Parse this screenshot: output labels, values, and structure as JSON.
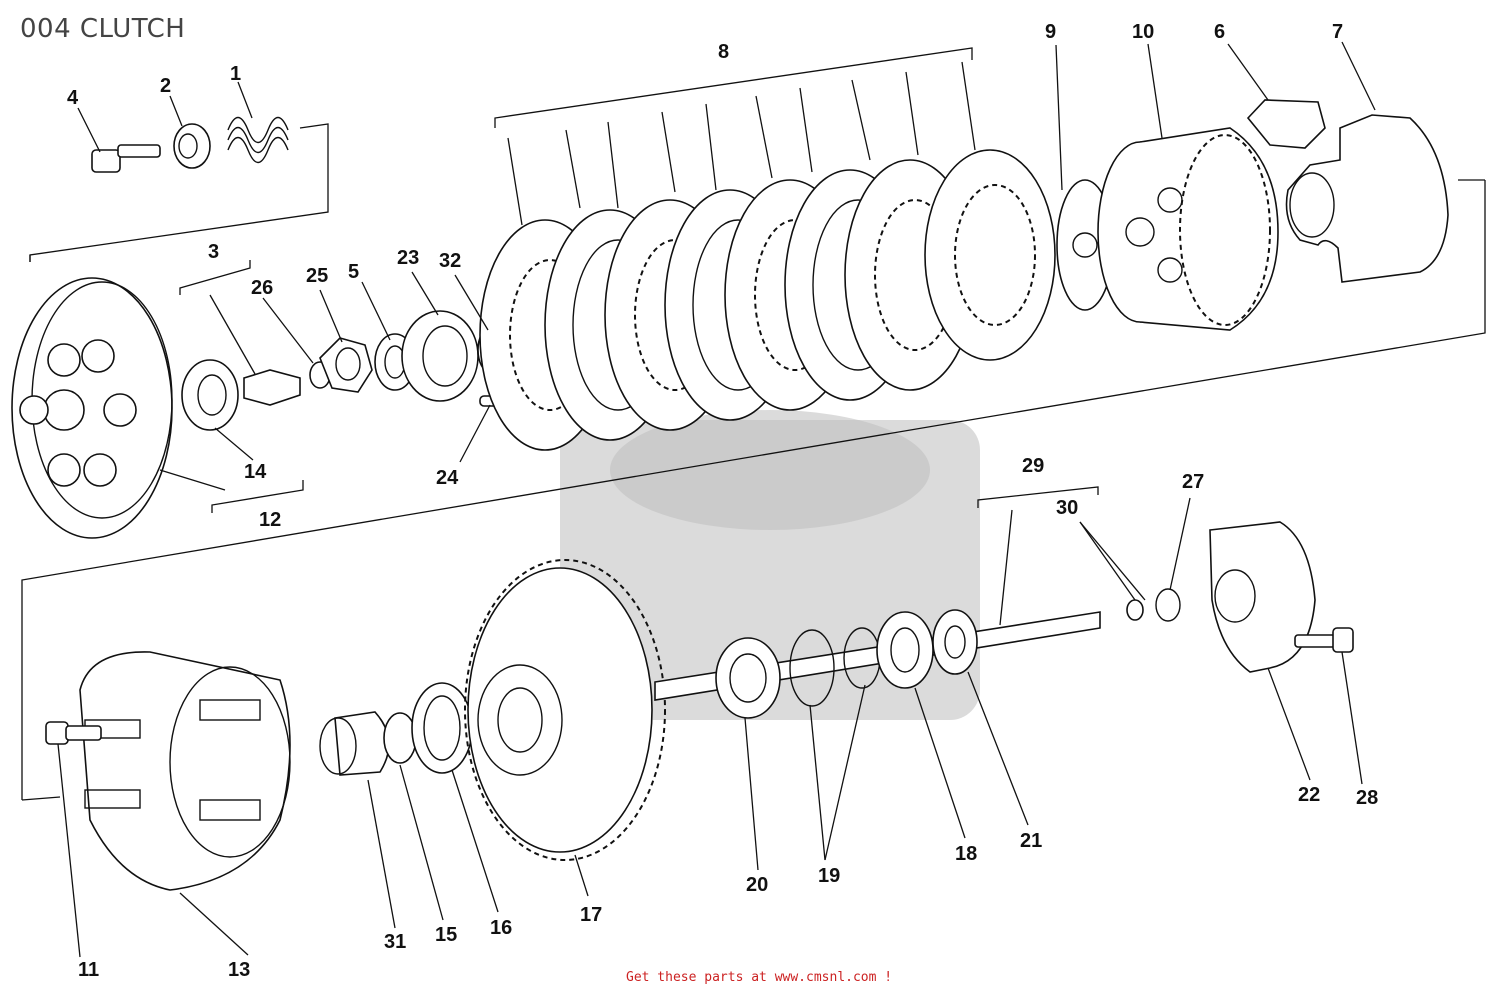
{
  "header": {
    "title": "004 CLUTCH"
  },
  "footer": {
    "text": "Get these parts at www.cmsnl.com !"
  },
  "callouts": {
    "c1": "1",
    "c2": "2",
    "c3": "3",
    "c4": "4",
    "c5": "5",
    "c6": "6",
    "c7": "7",
    "c8": "8",
    "c9": "9",
    "c10": "10",
    "c11": "11",
    "c12": "12",
    "c13": "13",
    "c14": "14",
    "c15": "15",
    "c16": "16",
    "c17": "17",
    "c18": "18",
    "c19": "19",
    "c20": "20",
    "c21": "21",
    "c22": "22",
    "c23": "23",
    "c24": "24",
    "c25": "25",
    "c26": "26",
    "c27": "27",
    "c28": "28",
    "c29": "29",
    "c30": "30",
    "c31": "31",
    "c32": "32"
  },
  "colors": {
    "line": "#111111",
    "footer": "#cc2222",
    "title": "#444444",
    "watermark": "#bdbdbd"
  }
}
